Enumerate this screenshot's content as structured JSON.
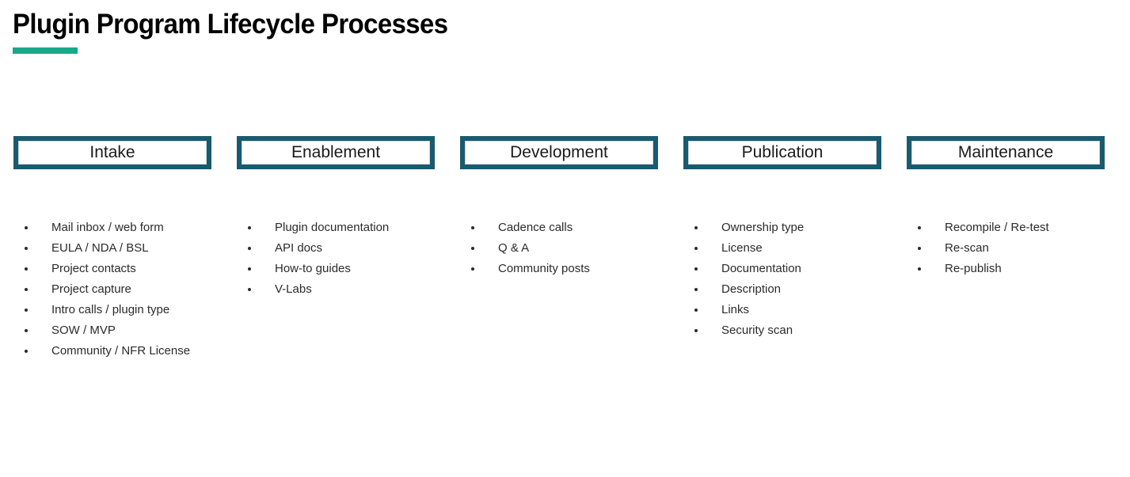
{
  "slide": {
    "title": "Plugin Program Lifecycle Processes",
    "accent_color": "#18A98A",
    "box_border_color": "#1A5A6E",
    "text_color": "#2b2b2b"
  },
  "phases": [
    {
      "label": "Intake",
      "items": [
        "Mail inbox / web form",
        "EULA / NDA / BSL",
        "Project contacts",
        "Project capture",
        "Intro calls / plugin type",
        "SOW / MVP",
        "Community / NFR License"
      ]
    },
    {
      "label": "Enablement",
      "items": [
        "Plugin documentation",
        "API docs",
        "How-to guides",
        "V-Labs"
      ]
    },
    {
      "label": "Development",
      "items": [
        "Cadence calls",
        "Q & A",
        "Community posts"
      ]
    },
    {
      "label": "Publication",
      "items": [
        "Ownership type",
        "License",
        "Documentation",
        "Description",
        "Links",
        "Security scan"
      ]
    },
    {
      "label": "Maintenance",
      "items": [
        "Recompile / Re-test",
        "Re-scan",
        "Re-publish"
      ]
    }
  ]
}
